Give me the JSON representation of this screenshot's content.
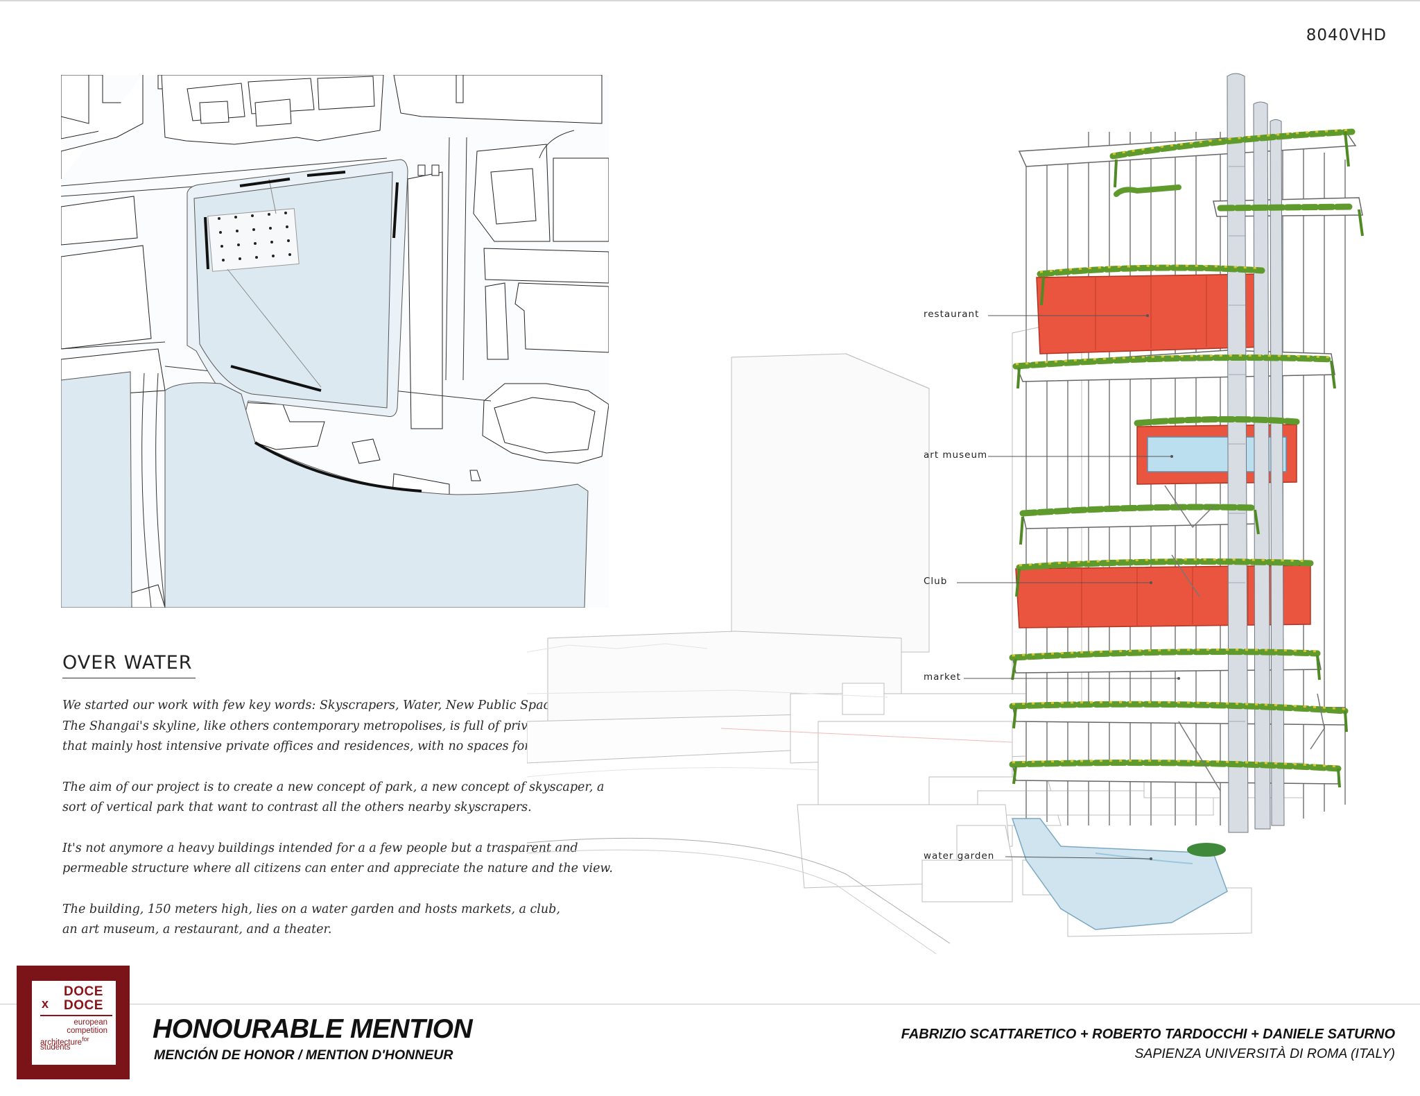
{
  "code": "8040VHD",
  "section_title": "OVER WATER",
  "paragraphs": [
    "We started our work with few key words: Skyscrapers, Water, New Public Spaces.\nThe Shangai's skyline, like others contemporary metropolises, is full of private buildings\nthat mainly host intensive private offices and residences, with no spaces for public function.",
    "The aim of our project is to create a new concept of park, a new concept of skyscaper, a\nsort of vertical park that want to contrast all the others nearby skyscrapers.",
    "It's not anymore a heavy buildings intended for a a few people but a trasparent and\npermeable structure where all citizens can enter and appreciate the nature and the view.",
    "The building, 150 meters high, lies on a water garden and hosts markets, a club,\nan art museum, a restaurant, and a theater."
  ],
  "labels": {
    "restaurant": "restaurant",
    "art_museum": "art museum",
    "club": "Club",
    "market": "market",
    "water_garden": "water garden"
  },
  "logo": {
    "doce_1": "DOCE",
    "doce_2": "DOCE",
    "x": "x",
    "line_1": "european",
    "line_2": "competition",
    "line_3": "architecture",
    "line_3_sup": "for",
    "line_4": "students"
  },
  "award": {
    "title": "HONOURABLE MENTION",
    "subtitle": "MENCIÓN DE HONOR / MENTION D'HONNEUR"
  },
  "credits": {
    "authors": "FABRIZIO SCATTARETICO + ROBERTO TARDOCCHI + DANIELE SATURNO",
    "university": "SAPIENZA UNIVERSITÀ DI ROMA (ITALY)"
  },
  "colors": {
    "accent_red": "#e9553f",
    "greenery": "#5e9a2c",
    "water": "#dde9f0",
    "logo_red": "#7a1418"
  }
}
